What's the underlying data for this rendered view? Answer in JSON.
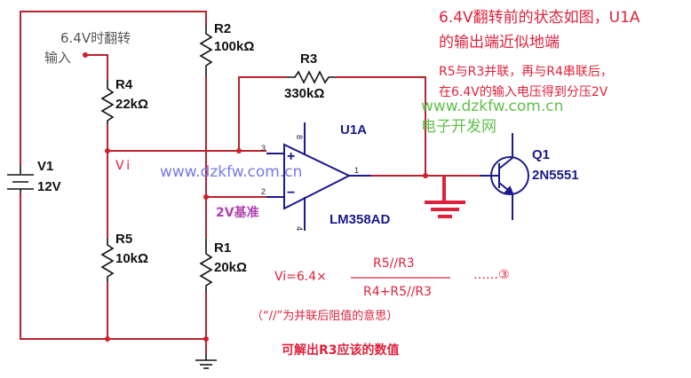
{
  "components": {
    "v1": {
      "ref": "V1",
      "value": "12V"
    },
    "r1": {
      "ref": "R1",
      "value": "20kΩ"
    },
    "r2": {
      "ref": "R2",
      "value": "100kΩ"
    },
    "r3": {
      "ref": "R3",
      "value": "330kΩ"
    },
    "r4": {
      "ref": "R4",
      "value": "22kΩ"
    },
    "r5": {
      "ref": "R5",
      "value": "10kΩ"
    },
    "u1a": {
      "ref": "U1A",
      "value": "LM358AD",
      "pins": {
        "noninv": "3",
        "inv": "2",
        "out": "1",
        "vcc": "8",
        "gnd": "4"
      },
      "plus": "+",
      "minus": "−"
    },
    "q1": {
      "ref": "Q1",
      "value": "2N5551"
    }
  },
  "labels": {
    "input_note_line1": "6.4V时翻转",
    "input_note_line2": "输入",
    "vi": "Vi",
    "ref_2v": "2V基准"
  },
  "annotations": {
    "title_line1": "6.4V翻转前的状态如图，U1A",
    "title_line2": "的输出端近似地端",
    "note_line1": "R5与R3并联，再与R4串联后，",
    "note_line2": "在6.4V的输入电压得到分压2V",
    "formula_lhs": "Vi=6.4×",
    "formula_num": "R5//R3",
    "formula_den": "R4+R5//R3",
    "formula_tag": "……③",
    "formula_note": "（“//”为并联后阻值的意思）",
    "conclusion": "可解出R3应该的数值"
  },
  "watermarks": {
    "blue_url": "www.dzkfw.com.cn",
    "green_url": "www.dzkfw.com.cn",
    "green_name": "电子开发网"
  },
  "colors": {
    "wire": "#b8232f",
    "component": "#111111",
    "opamp": "#1a1a8c",
    "ground_red": "#e0213a",
    "annotation": "#e0213a"
  }
}
